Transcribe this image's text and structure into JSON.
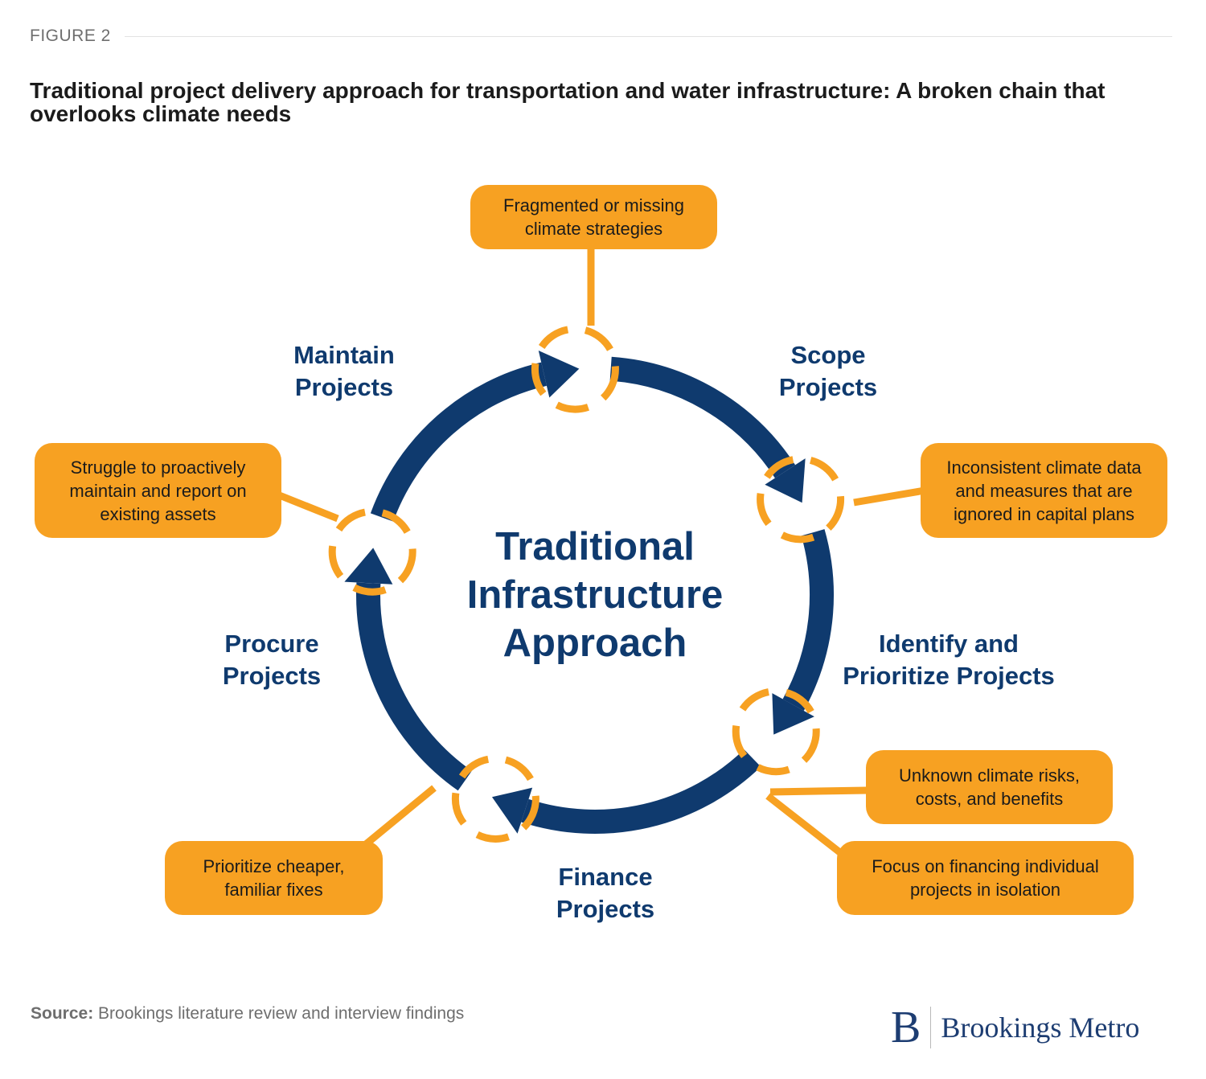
{
  "figure_label": "FIGURE 2",
  "title": "Traditional project delivery approach for transportation and water infrastructure: A broken chain that overlooks climate needs",
  "center": {
    "line1": "Traditional",
    "line2": "Infrastructure",
    "line3": "Approach"
  },
  "stages": [
    {
      "id": "scope",
      "line1": "Scope",
      "line2": "Projects"
    },
    {
      "id": "identify",
      "line1": "Identify and",
      "line2": "Prioritize Projects"
    },
    {
      "id": "finance",
      "line1": "Finance",
      "line2": "Projects"
    },
    {
      "id": "procure",
      "line1": "Procure",
      "line2": "Projects"
    },
    {
      "id": "maintain",
      "line1": "Maintain",
      "line2": "Projects"
    }
  ],
  "barriers": [
    {
      "id": "strategies",
      "text_line1": "Fragmented or missing",
      "text_line2": "climate strategies"
    },
    {
      "id": "data",
      "text_line1": "Inconsistent climate data",
      "text_line2": "and measures that are",
      "text_line3": "ignored in capital plans"
    },
    {
      "id": "risks",
      "text_line1": "Unknown climate risks,",
      "text_line2": "costs, and benefits"
    },
    {
      "id": "financing",
      "text_line1": "Focus on financing individual",
      "text_line2": "projects in isolation"
    },
    {
      "id": "fixes",
      "text_line1": "Prioritize cheaper,",
      "text_line2": "familiar fixes"
    },
    {
      "id": "maintain",
      "text_line1": "Struggle to proactively",
      "text_line2": "maintain and report on",
      "text_line3": "existing assets"
    }
  ],
  "source": {
    "label": "Source:",
    "text": "Brookings literature review and interview findings"
  },
  "logo": {
    "mark": "B",
    "text": "Brookings Metro"
  },
  "colors": {
    "navy": "#0f3a6e",
    "orange": "#f7a122",
    "text_dark": "#1b1b1b",
    "muted": "#6e6e6e"
  }
}
